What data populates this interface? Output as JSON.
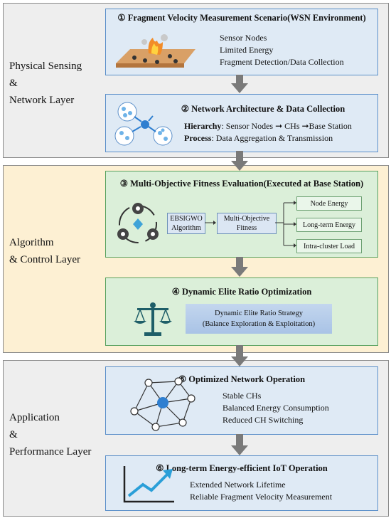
{
  "layers": [
    {
      "lines": [
        "Physical Sensing",
        "&",
        "Network Layer"
      ]
    },
    {
      "lines": [
        "Algorithm",
        "& Control Layer"
      ]
    },
    {
      "lines": [
        "Application",
        "&",
        "Performance Layer"
      ]
    }
  ],
  "stages": {
    "s1": {
      "title": "① Fragment Velocity Measurement Scenario(WSN Environment)",
      "lines": [
        "Sensor Nodes",
        "Limited Energy",
        "Fragment Detection/Data Collection"
      ]
    },
    "s2": {
      "title": "② Network Architecture & Data Collection",
      "hierarchy_label": "Hierarchy",
      "hierarchy_text": ": Sensor Nodes ➞ CHs ➞Base Station",
      "process_label": "Process",
      "process_text": ": Data Aggregation & Transmission"
    },
    "s3": {
      "title": "③ Multi-Objective Fitness Evaluation(Executed at Base Station)",
      "algo": "EBSIGWO Algorithm",
      "fitness": "Multi-Objective Fitness",
      "objectives": [
        "Node Energy",
        "Long-term Energy",
        "Intra-cluster Load"
      ]
    },
    "s4": {
      "title": "④ Dynamic Elite Ratio Optimization",
      "strategy_line1": "Dynamic Elite Ratio Strategy",
      "strategy_line2": "(Balance Exploration & Exploitation)"
    },
    "s5": {
      "title": "⑤ Optimized Network Operation",
      "lines": [
        "Stable CHs",
        "Balanced Energy Consumption",
        "Reduced CH Switching"
      ]
    },
    "s6": {
      "title": "⑥ Long-term Energy-efficient IoT Operation",
      "lines": [
        "Extended Network Lifetime",
        "Reliable Fragment Velocity Measurement"
      ]
    }
  },
  "colors": {
    "layer1_bg": "#eeeeee",
    "layer2_bg": "#fdf0d3",
    "layer3_bg": "#eeeeee",
    "stage_blue_bg": "#dfeaf5",
    "stage_green_bg": "#dbefd9",
    "stage_green_border": "#58a15f",
    "arrow": "#7a7a7a",
    "node_blue": "#2f7fd0"
  },
  "icons": [
    "explosion-ground-icon",
    "cluster-hierarchy-icon",
    "gear-cycle-icon",
    "balance-scale-icon",
    "network-graph-icon",
    "rising-trend-icon"
  ]
}
